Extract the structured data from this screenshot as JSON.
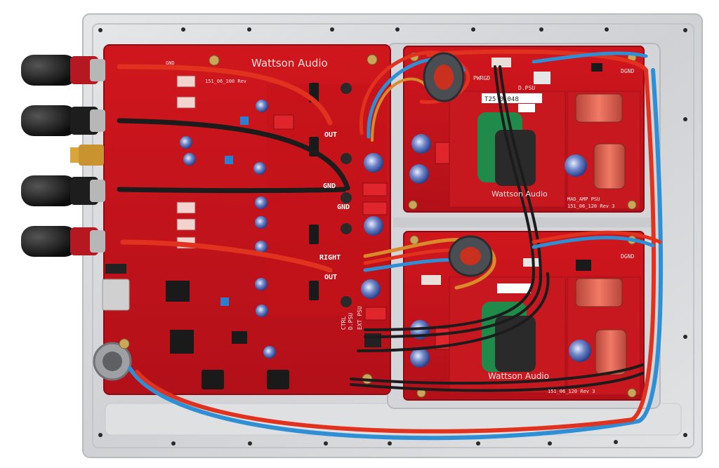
{
  "main_board": {
    "brand": "Wattson Audio",
    "part_number": "151_06_100 Rev",
    "labels": {
      "out_left": "OUT",
      "gnd_a": "GND",
      "gnd_b": "GND",
      "right": "RIGHT",
      "out_right": "OUT",
      "ctrl_psu": "CTRL",
      "d_psu": "D.PSU",
      "ext_psu": "EXT PSU",
      "gnd_small": "GND"
    }
  },
  "psu_top": {
    "part_number": "MAD_AMP PSU",
    "rev": "151_06_120 Rev 3",
    "brand": "Wattson Audio",
    "pwrgd": "PWRGD",
    "d_psu": "D.PSU",
    "dgnd": "DGND",
    "sticker": "T25 0.048"
  },
  "psu_bottom": {
    "brand": "Wattson Audio",
    "rev": "151_06_120 Rev 3",
    "dgnd": "DGND"
  },
  "colors": {
    "pcb_red": "#c8141a",
    "chassis": "#d9dadc",
    "wire_red": "#e0321e",
    "wire_blue": "#2e8fd4",
    "wire_black": "#1c1c1c"
  }
}
